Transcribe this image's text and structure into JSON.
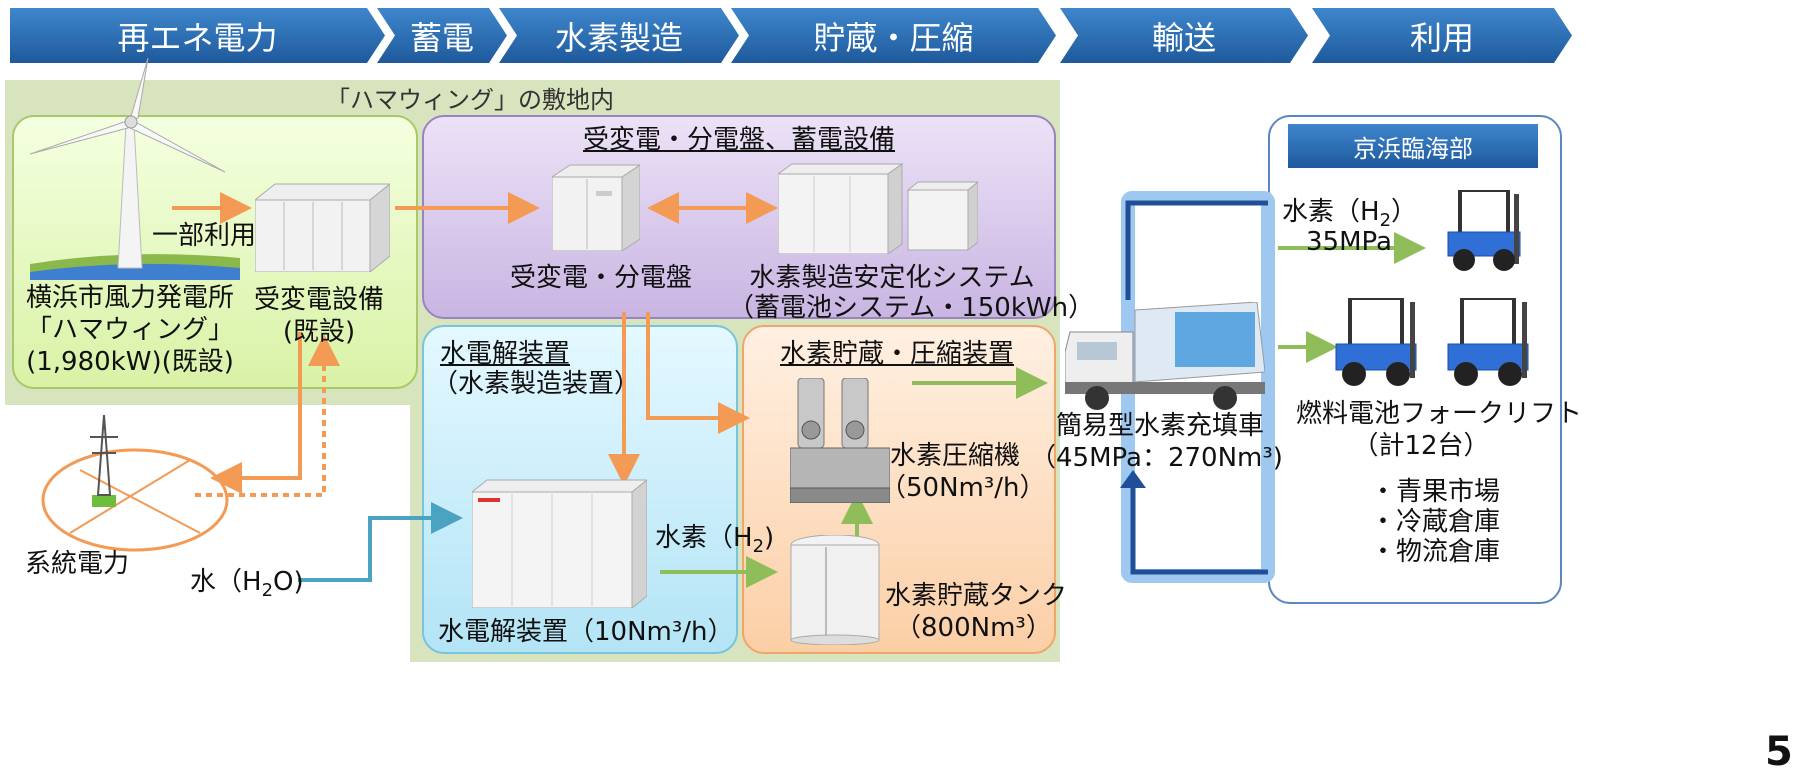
{
  "header": {
    "steps": [
      "再エネ電力",
      "蓄電",
      "水素製造",
      "貯蔵・圧縮",
      "輸送",
      "利用"
    ]
  },
  "site_label": "「ハマウィング」の敷地内",
  "renewable": {
    "plant_name": "横浜市風力発電所",
    "plant_name2": "「ハマウィング」",
    "plant_spec": "(1,980kW)(既設)",
    "partial_use": "一部利用",
    "substation": "受変電設備",
    "substation_note": "(既設)"
  },
  "grid": {
    "label": "系統電力"
  },
  "distribution": {
    "title": "受変電・分電盤、蓄電設備",
    "panel_label": "受変電・分電盤",
    "battery_label": "水素製造安定化システム",
    "battery_spec": "（蓄電池システム・150kWh）"
  },
  "electrolysis": {
    "title": "水電解装置",
    "subtitle": "（水素製造装置）",
    "device_label": "水電解装置（10Nm³/h）",
    "water_label": "水（H",
    "water_sub": "2",
    "water_end": "O)",
    "hydrogen_label": "水素（H",
    "hydrogen_sub": "2",
    "hydrogen_end": ")"
  },
  "storage": {
    "title": "水素貯蔵・圧縮装置",
    "compressor_label": "水素圧縮機",
    "compressor_spec": "（50Nm³/h）",
    "tank_label": "水素貯蔵タンク",
    "tank_spec": "（800Nm³）"
  },
  "transport": {
    "truck_label": "簡易型水素充填車",
    "truck_spec": "（45MPa：270Nm³)"
  },
  "usage": {
    "area_title": "京浜臨海部",
    "h2_label": "水素（H",
    "h2_sub": "2",
    "h2_end": "）",
    "pressure": "35MPa",
    "forklift_label": "燃料電池フォークリフト",
    "forklift_count": "（計12台）",
    "sites": [
      "・青果市場",
      "・冷蔵倉庫",
      "・物流倉庫"
    ]
  },
  "page_number": "5",
  "colors": {
    "header_blue": "#2a6db5",
    "arrow_orange": "#f39a55",
    "arrow_green": "#8fbd5a",
    "arrow_blue": "#4aa3c0",
    "arrow_navy": "#1f4f96",
    "site_bg": "#d7e4bd",
    "green_panel": "#e9f7c9",
    "purple_panel": "#d9cdea",
    "blue_panel": "#cdeefa",
    "orange_panel": "#fde0c8"
  }
}
